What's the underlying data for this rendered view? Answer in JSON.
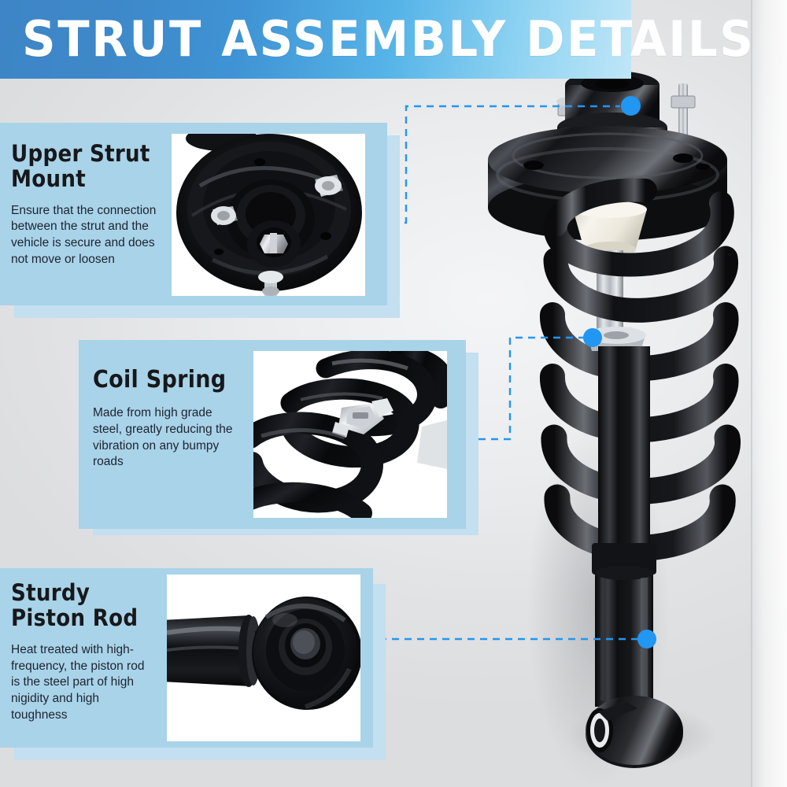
{
  "banner": {
    "title": "STRUT ASSEMBLY DETAILS",
    "gradient_from": "#3d85c6",
    "gradient_to": "#bfe6f7"
  },
  "theme": {
    "card_bg": "#a9d3e9",
    "card_shadow": "#c3dff0",
    "accent": "#2196f3",
    "heading_color": "#17181a",
    "body_color": "#1d2430",
    "page_bg": "#e8e9eb"
  },
  "cards": [
    {
      "id": "upper-strut-mount",
      "heading": "Upper  Strut Mount",
      "body": "Ensure that the connection between the strut and the vehicle is secure and does not move or loosen",
      "photo_alt": "upper-strut-mount-photo"
    },
    {
      "id": "coil-spring",
      "heading": "Coil  Spring",
      "body": "Made from high grade steel, greatly reducing the vibration on any bumpy roads",
      "photo_alt": "coil-spring-photo"
    },
    {
      "id": "sturdy-piston-rod",
      "heading": "Sturdy  Piston Rod",
      "body": "Heat treated with high-frequency, the piston rod is the steel part of high nigidity and high toughness",
      "photo_alt": "piston-rod-photo"
    }
  ],
  "product": {
    "alt": "complete-strut-assembly"
  }
}
